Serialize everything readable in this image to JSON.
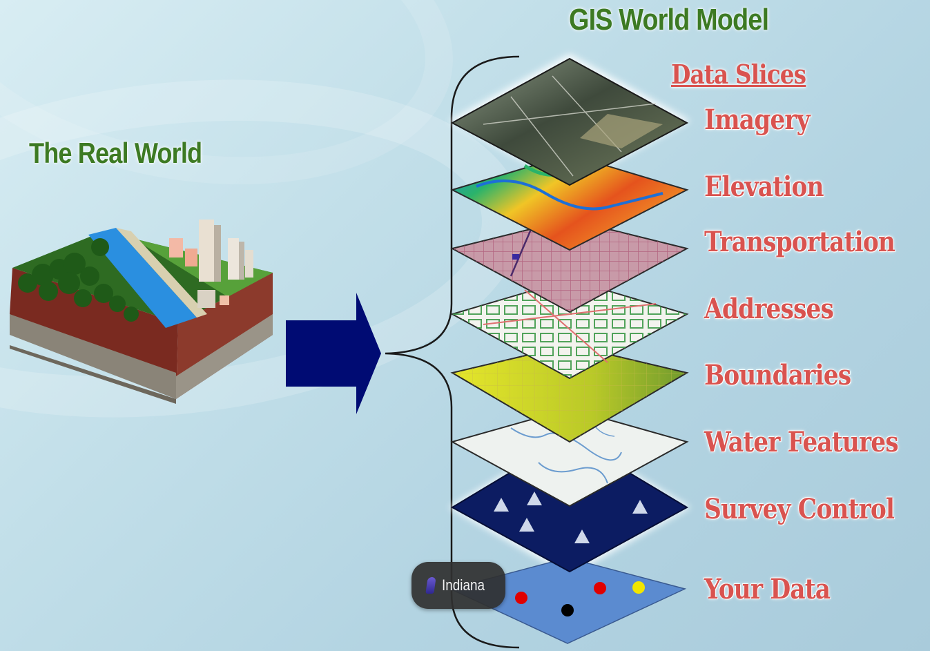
{
  "titles": {
    "gis_model": "GIS World Model",
    "real_world": "The Real World"
  },
  "slices": {
    "heading": "Data Slices",
    "items": [
      {
        "label": "Imagery"
      },
      {
        "label": "Elevation"
      },
      {
        "label": "Transportation"
      },
      {
        "label": "Addresses"
      },
      {
        "label": "Boundaries"
      },
      {
        "label": "Water Features"
      },
      {
        "label": "Survey Control"
      },
      {
        "label": "Your Data"
      }
    ]
  },
  "badge": {
    "label": "Indiana",
    "icon": "indiana-map-icon"
  },
  "colors": {
    "title_green": "#3d7a23",
    "label_red": "#d9534f",
    "arrow_navy": "#000b73",
    "survey_navy": "#0c1c62",
    "your_data_blue": "#5b8bd0"
  },
  "icons": {
    "arrow": "right-arrow-icon",
    "brace": "curly-brace-icon",
    "survey_point": "triangle-icon",
    "data_point": "dot-icon"
  }
}
